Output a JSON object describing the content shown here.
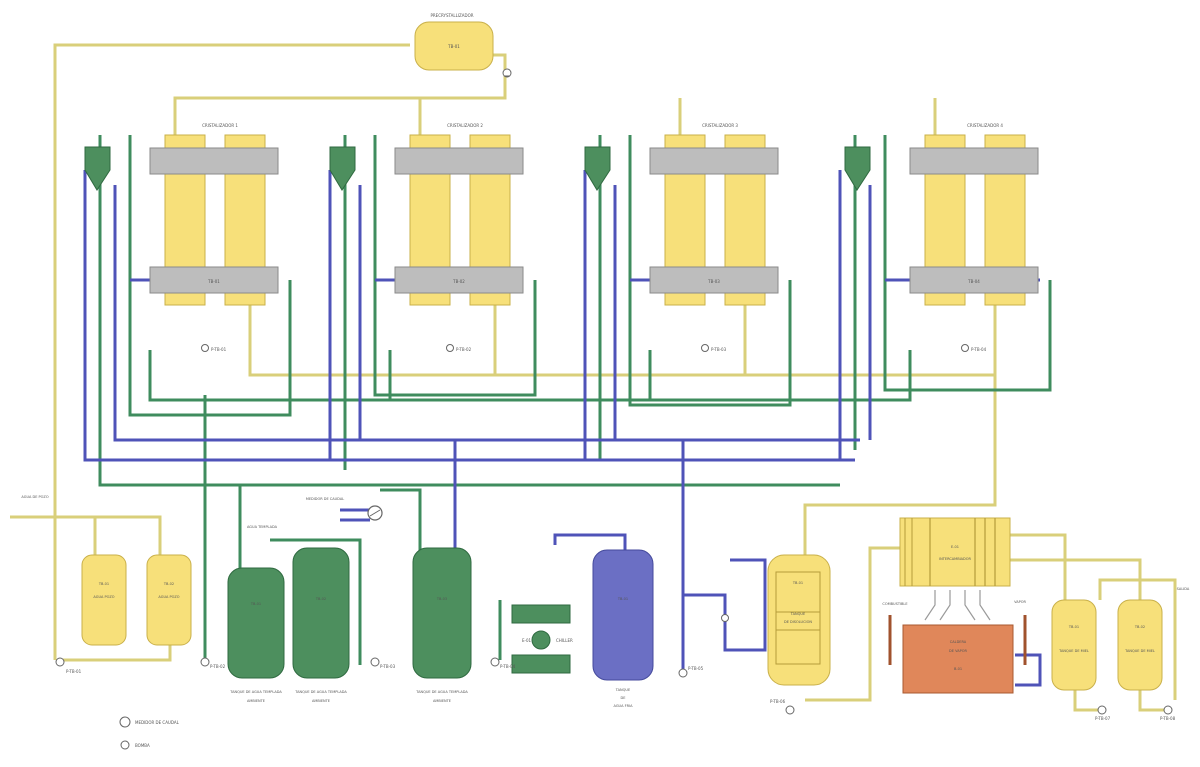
{
  "diagram": {
    "top_tank": {
      "title": "PRECRYSTALLIZADOR",
      "label": "TB-01"
    },
    "crystallizers": [
      {
        "title": "CRISTALIZADOR 1",
        "header_label": "TB-01",
        "pump": "P-TB-01"
      },
      {
        "title": "CRISTALIZADOR 2",
        "header_label": "TB-02",
        "pump": "P-TB-02"
      },
      {
        "title": "CRISTALIZADOR 3",
        "header_label": "TB-03",
        "pump": "P-TB-03"
      },
      {
        "title": "CRISTALIZADOR 4",
        "header_label": "TB-04",
        "pump": "P-TB-04"
      }
    ],
    "inlet_label": "AGUA DE POZO",
    "water_tanks": [
      {
        "code": "TB-01",
        "name": "AGUA POZO"
      },
      {
        "code": "TB-02",
        "name": "AGUA POZO"
      }
    ],
    "green_tanks": [
      {
        "code": "TB-01",
        "caption": "TANQUE DE AGUA TEMPLADA",
        "caption2": "AMBIENTE"
      },
      {
        "code": "TB-02",
        "caption": "TANQUE DE AGUA TEMPLADA",
        "caption2": "AMBIENTE"
      },
      {
        "code": "TB-03",
        "caption": "TANQUE DE AGUA TEMPLADA",
        "caption2": "AMBIENTE"
      }
    ],
    "agua_label": "AGUA TEMPLADA",
    "gauge_label": "MEDIDOR DE CAUDAL",
    "chiller_label": "CHILLER",
    "chiller_code": "E-01",
    "blue_tank": {
      "code": "TB-01",
      "caption": "TANQUE",
      "caption2": "DE",
      "caption3": "AGUA FRIA"
    },
    "reactor": {
      "code": "TB-01",
      "title": "TANQUE",
      "subtitle": "DE DISOLUCION"
    },
    "heat_exchanger": {
      "code": "E-01",
      "subtitle": "INTERCAMBIADOR"
    },
    "boiler": {
      "title": "CALDERA",
      "subtitle": "DE VAPOR",
      "code": "B-01",
      "left_label": "COMBUSTIBLE",
      "right_label": "VAPOR"
    },
    "right_tanks": [
      {
        "code": "TB-01",
        "name": "TANQUE DE MIEL"
      },
      {
        "code": "TB-02",
        "name": "TANQUE DE MIEL"
      }
    ],
    "right_top_label": "SALIDA",
    "pump_labels": [
      "P-TB-01",
      "P-TB-02",
      "P-TB-03",
      "P-TB-04",
      "P-TB-05",
      "P-TB-06",
      "P-TB-07",
      "P-TB-08"
    ],
    "legend": [
      {
        "icon": "flow-meter-icon",
        "text": "MEDIDOR DE CAUDAL"
      },
      {
        "icon": "pump-icon",
        "text": "BOMBA"
      }
    ],
    "colors": {
      "yellow_vessel": "#f7e07a",
      "green_vessel": "#4d8f5e",
      "blue_vessel": "#6b6fc4",
      "gray_header": "#bdbdbd",
      "orange_boiler": "#e0875a",
      "pipe_yellow": "#d9cf7a",
      "pipe_green": "#3f8c5e",
      "pipe_blue": "#4f53b8"
    }
  }
}
